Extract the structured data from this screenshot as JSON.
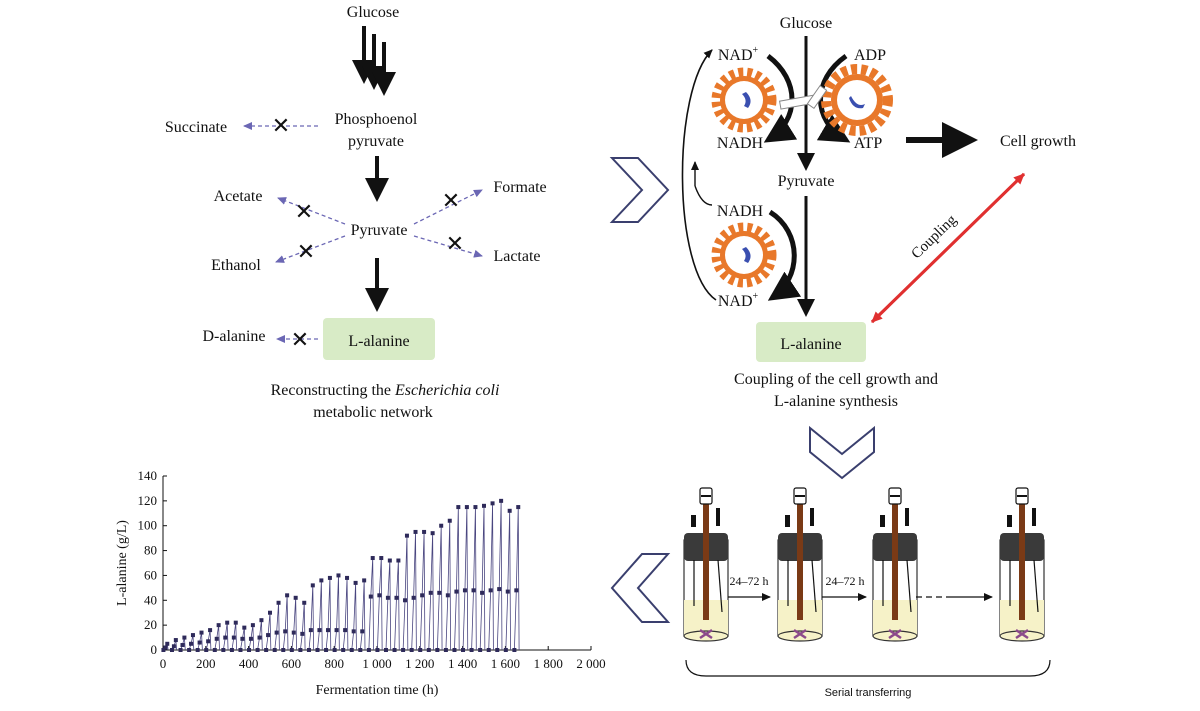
{
  "left_network": {
    "glucose": "Glucose",
    "pep_line1": "Phosphoenol",
    "pep_line2": "pyruvate",
    "succinate": "Succinate",
    "acetate": "Acetate",
    "formate": "Formate",
    "pyruvate": "Pyruvate",
    "ethanol": "Ethanol",
    "lactate": "Lactate",
    "d_alanine": "D-alanine",
    "l_alanine": "L-alanine",
    "caption_line1_a": "Reconstructing the ",
    "caption_line1_b": "Escherichia coli",
    "caption_line2": "metabolic network"
  },
  "right_network": {
    "glucose": "Glucose",
    "nad_plus_top": "NAD",
    "adp": "ADP",
    "nadh_top": "NADH",
    "atp": "ATP",
    "cell_growth": "Cell growth",
    "pyruvate": "Pyruvate",
    "nadh_bottom": "NADH",
    "nad_plus_bottom": "NAD",
    "superscript_plus": "+",
    "coupling": "Coupling",
    "l_alanine": "L-alanine",
    "caption_line1": "Coupling of the cell growth and",
    "caption_line2": "L-alanine synthesis"
  },
  "bioreactors": {
    "interval_1": "24–72 h",
    "interval_2": "24–72 h",
    "bracket_label": "Serial transferring"
  },
  "colors": {
    "box_fill": "#d8ebc6",
    "gear_orange": "#e8782a",
    "coupling_red": "#e03030",
    "dashed_arrow": "#6b67b4",
    "plot_marker": "#2e2a5a",
    "liquid": "#f6f2c8"
  },
  "chart_data": {
    "type": "line",
    "xlabel": "Fermentation time (h)",
    "ylabel": "L-alanine (g/L)",
    "xlim": [
      0,
      2000
    ],
    "ylim": [
      0,
      140
    ],
    "x_ticks": [
      "0",
      "200",
      "400",
      "600",
      "800",
      "1 000",
      "1 200",
      "1 400",
      "1 600",
      "1 800",
      "2 000"
    ],
    "y_ticks": [
      "0",
      "20",
      "40",
      "60",
      "80",
      "100",
      "120",
      "140"
    ],
    "grid": false,
    "series": [
      {
        "description": "repeated batch peaks (approx.)",
        "x": [
          20,
          60,
          100,
          140,
          180,
          220,
          260,
          300,
          340,
          380,
          420,
          460,
          500,
          540,
          580,
          620,
          660,
          700,
          740,
          780,
          820,
          860,
          900,
          940,
          980,
          1020,
          1060,
          1100,
          1140,
          1180,
          1220,
          1260,
          1300,
          1340,
          1380,
          1420,
          1460,
          1500,
          1540,
          1580,
          1620,
          1660
        ],
        "y": [
          5,
          8,
          10,
          12,
          14,
          16,
          20,
          22,
          22,
          18,
          20,
          24,
          30,
          38,
          44,
          42,
          38,
          52,
          56,
          58,
          60,
          58,
          54,
          56,
          74,
          74,
          72,
          72,
          92,
          95,
          95,
          94,
          100,
          104,
          115,
          115,
          115,
          116,
          118,
          120,
          112,
          115
        ]
      },
      {
        "description": "intermediate measurements (approx.)",
        "x": [
          20,
          60,
          100,
          140,
          180,
          220,
          260,
          300,
          340,
          380,
          420,
          460,
          500,
          540,
          580,
          620,
          660,
          700,
          740,
          780,
          820,
          860,
          900,
          940,
          980,
          1020,
          1060,
          1100,
          1140,
          1180,
          1220,
          1260,
          1300,
          1340,
          1380,
          1420,
          1460,
          1500,
          1540,
          1580,
          1620,
          1660
        ],
        "y": [
          2,
          3,
          4,
          5,
          6,
          7,
          9,
          10,
          10,
          9,
          9,
          10,
          12,
          14,
          15,
          14,
          13,
          16,
          16,
          16,
          16,
          16,
          15,
          15,
          43,
          44,
          42,
          42,
          40,
          42,
          44,
          46,
          46,
          44,
          47,
          48,
          48,
          46,
          48,
          49,
          47,
          48
        ]
      }
    ]
  }
}
